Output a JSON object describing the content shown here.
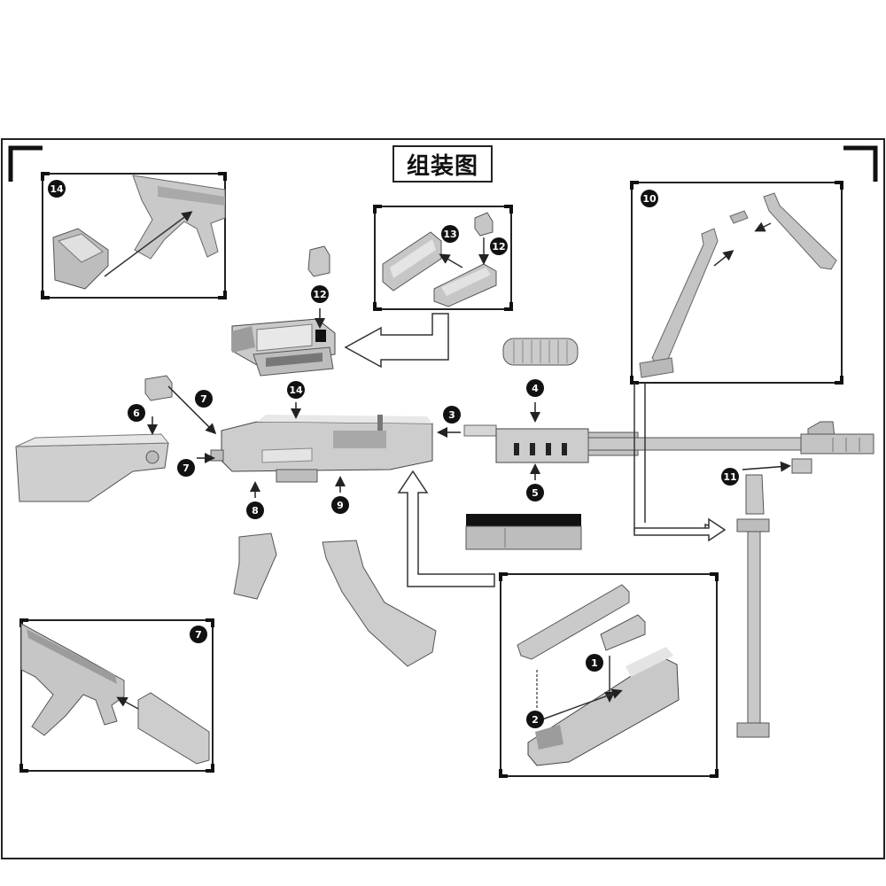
{
  "title": "组装图",
  "callouts": {
    "c1": "1",
    "c2": "2",
    "c3": "3",
    "c4": "4",
    "c5": "5",
    "c6": "6",
    "c7a": "7",
    "c7b": "7",
    "c8": "8",
    "c9": "9",
    "c10": "10",
    "c11": "11",
    "c12a": "12",
    "c12b": "12",
    "c13": "13",
    "c14a": "14",
    "c14b": "14"
  },
  "inset_labels": {
    "inset14": "14",
    "inset10": "10",
    "inset7": "7"
  },
  "colors": {
    "part_fill": "#c9c9c9",
    "part_light": "#e2e2e2",
    "part_dark": "#8e8e8e",
    "line": "#222222",
    "callout_fill": "#111111",
    "callout_text": "#ffffff"
  }
}
